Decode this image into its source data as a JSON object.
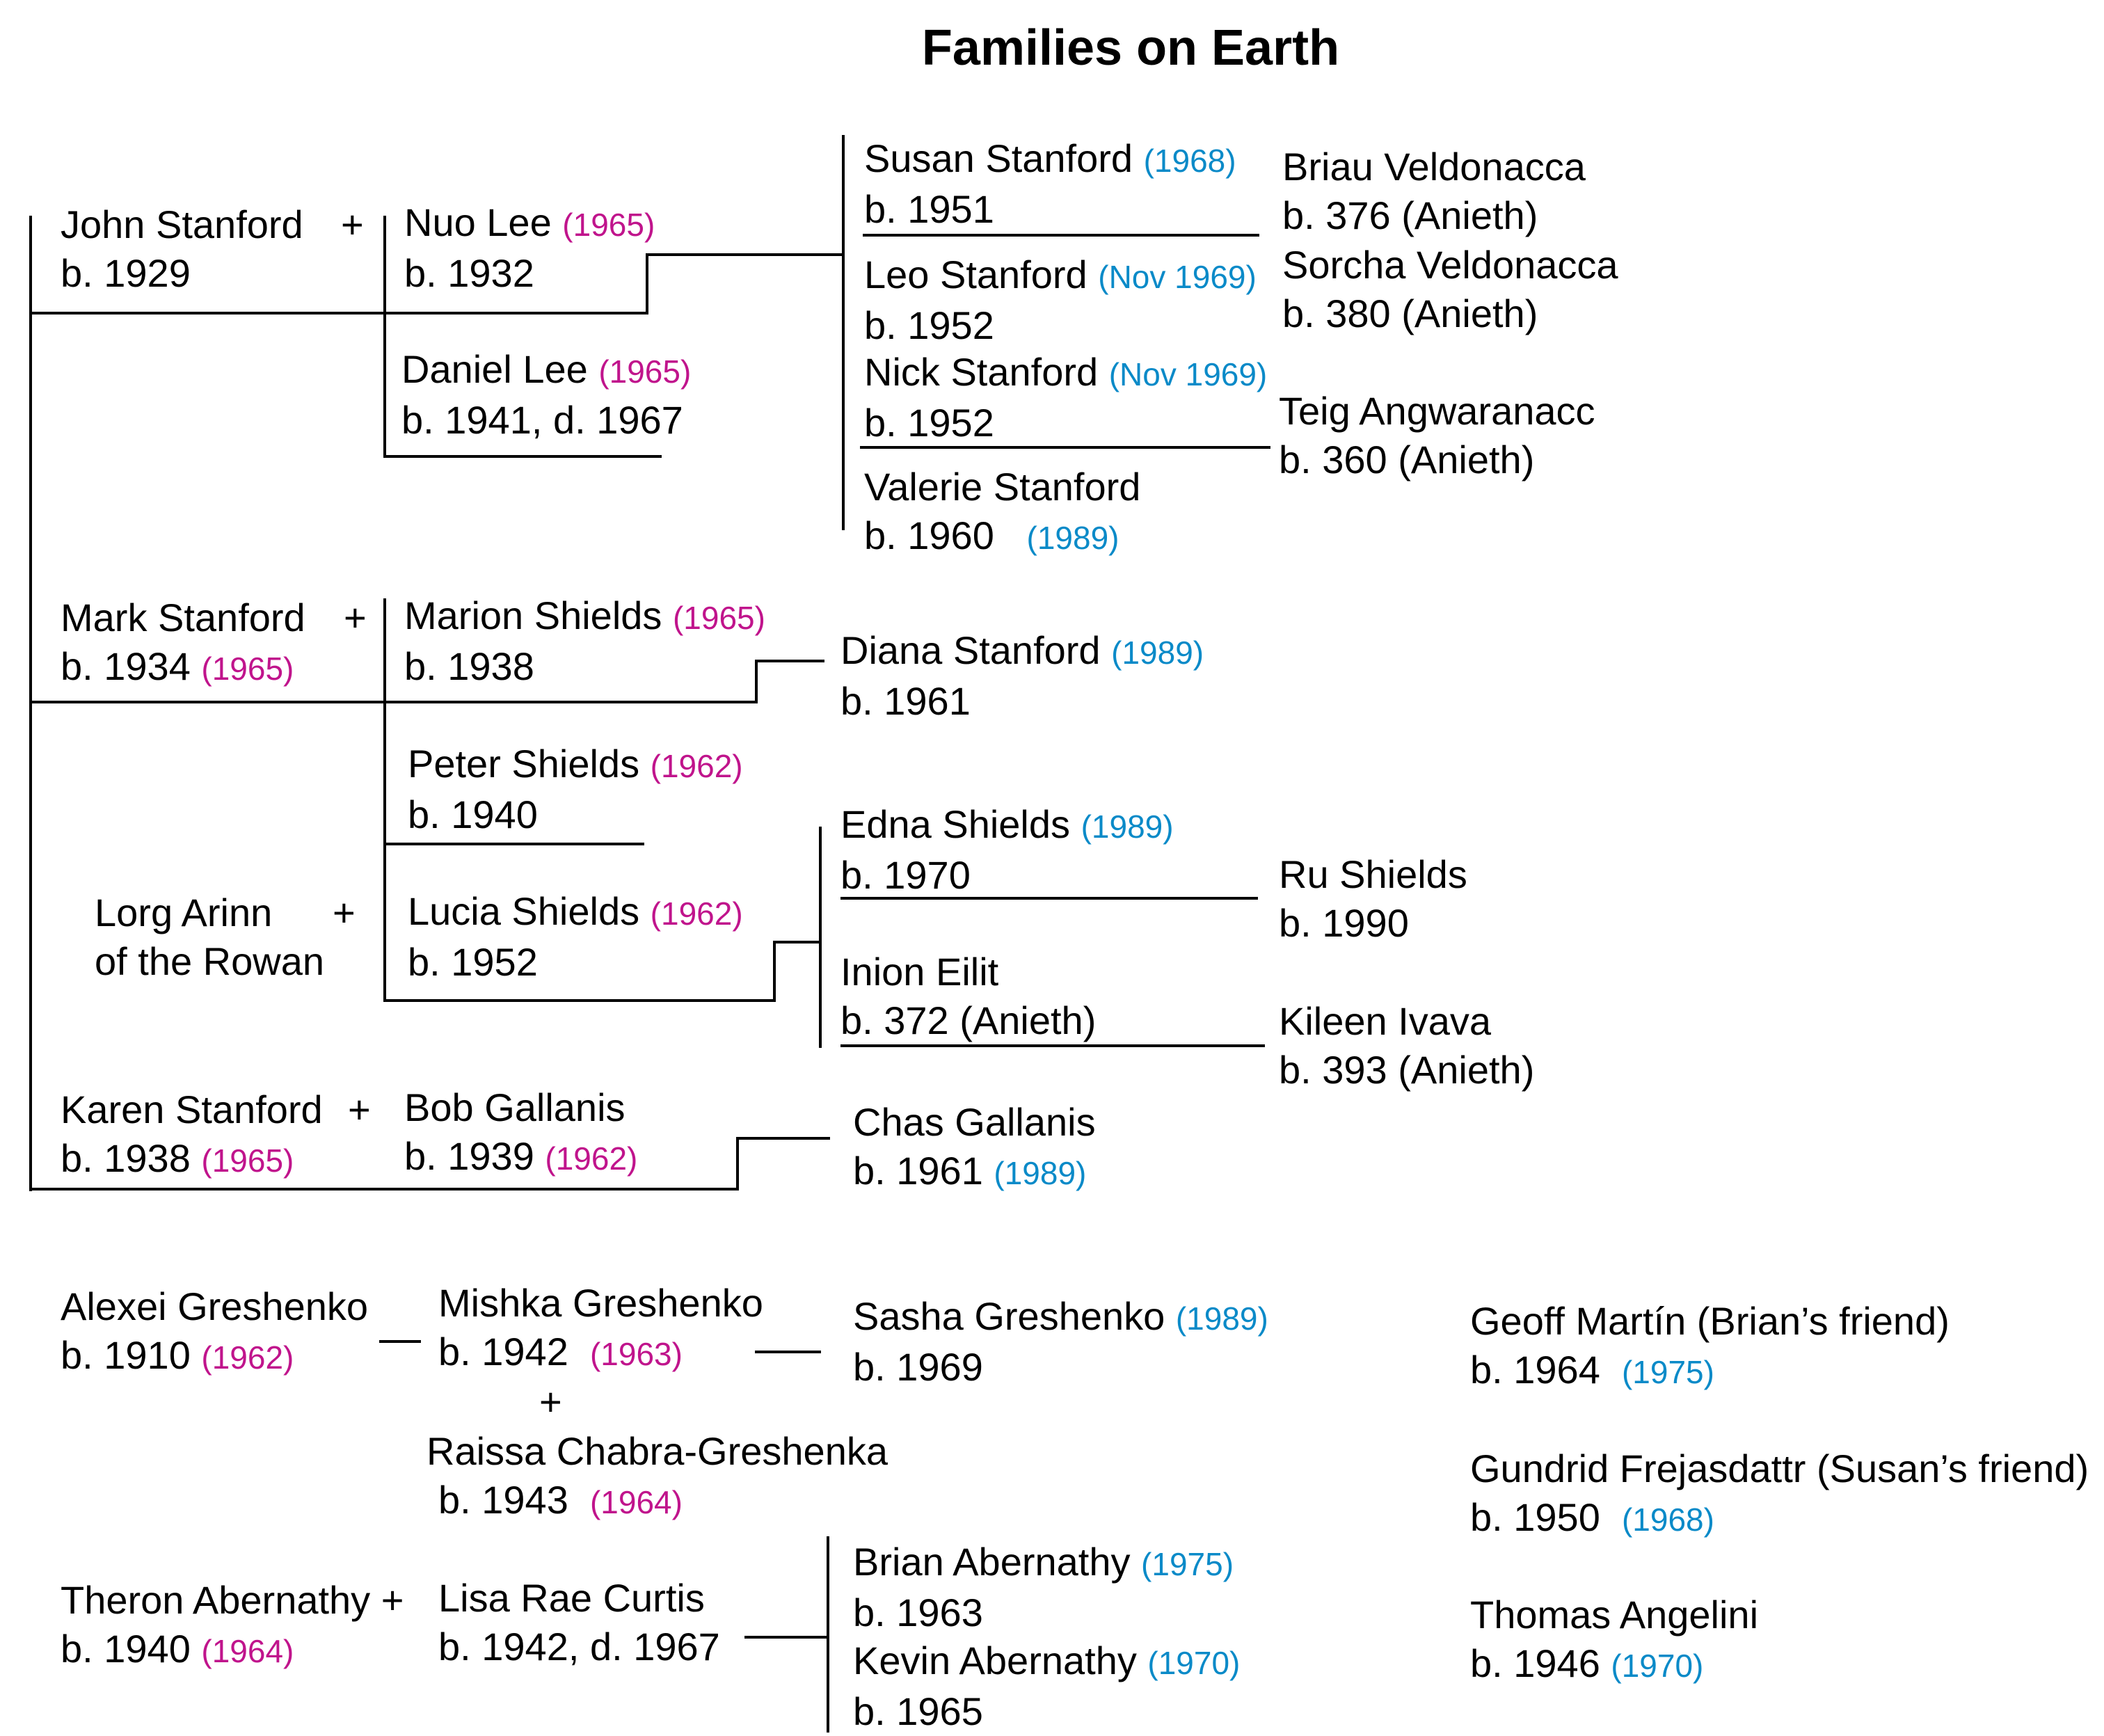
{
  "title": "Families on Earth",
  "colors": {
    "marriage_year": "#c0148c",
    "event_year": "#0a8ac8",
    "line": "#000000"
  },
  "legend_note": "",
  "people": {
    "john": {
      "name": "John Stanford",
      "born": "b. 1929"
    },
    "nuo": {
      "name": "Nuo Lee",
      "year": "(1965)",
      "born": "b. 1932"
    },
    "daniel": {
      "name": "Daniel Lee",
      "year": "(1965)",
      "born": "b. 1941, d. 1967"
    },
    "susan": {
      "name": "Susan Stanford",
      "year": "(1968)",
      "born": "b. 1951"
    },
    "leo": {
      "name": "Leo Stanford",
      "year": "(Nov 1969)",
      "born": "b. 1952"
    },
    "nick": {
      "name": "Nick Stanford",
      "year": "(Nov 1969)",
      "born": "b. 1952"
    },
    "valerie": {
      "name": "Valerie Stanford",
      "born": "b. 1960",
      "year": "(1989)"
    },
    "briau": {
      "name": "Briau Veldonacca",
      "born": "b. 376 (Anieth)"
    },
    "sorcha": {
      "name": "Sorcha Veldonacca",
      "born": "b. 380 (Anieth)"
    },
    "teig": {
      "name": "Teig Angwaranacc",
      "born": "b. 360 (Anieth)"
    },
    "mark": {
      "name": "Mark Stanford",
      "born": "b. 1934",
      "year": "(1965)"
    },
    "marion": {
      "name": "Marion Shields",
      "year": "(1965)",
      "born": "b. 1938"
    },
    "diana": {
      "name": "Diana Stanford",
      "year": "(1989)",
      "born": "b. 1961"
    },
    "peter": {
      "name": "Peter Shields",
      "year": "(1962)",
      "born": "b. 1940"
    },
    "lorg": {
      "name": "Lorg Arinn",
      "name2": "of the Rowan"
    },
    "lucia": {
      "name": "Lucia Shields",
      "year": "(1962)",
      "born": "b. 1952"
    },
    "edna": {
      "name": "Edna Shields",
      "year": "(1989)",
      "born": "b. 1970"
    },
    "inion": {
      "name": "Inion Eilit",
      "born": "b. 372 (Anieth)"
    },
    "ru": {
      "name": "Ru Shields",
      "born": "b. 1990"
    },
    "kileen": {
      "name": "Kileen Ivava",
      "born": "b. 393 (Anieth)"
    },
    "karen": {
      "name": "Karen Stanford",
      "born": "b. 1938",
      "year": "(1965)"
    },
    "bob": {
      "name": "Bob Gallanis",
      "born": "b. 1939",
      "year": "(1962)"
    },
    "chas": {
      "name": "Chas Gallanis",
      "born": "b. 1961",
      "year": "(1989)"
    },
    "alexei": {
      "name": "Alexei Greshenko",
      "born": "b. 1910",
      "year": "(1962)"
    },
    "mishka": {
      "name": "Mishka Greshenko",
      "born": "b. 1942",
      "year": "(1963)"
    },
    "raissa": {
      "name": "Raissa Chabra-Greshenka",
      "born": "b. 1943",
      "year": "(1964)"
    },
    "sasha": {
      "name": "Sasha Greshenko",
      "year": "(1989)",
      "born": "b. 1969"
    },
    "theron": {
      "name": "Theron Abernathy",
      "born": "b. 1940",
      "year": "(1964)"
    },
    "lisa": {
      "name": "Lisa Rae Curtis",
      "born": "b. 1942, d. 1967"
    },
    "brian": {
      "name": "Brian Abernathy",
      "year": "(1975)",
      "born": "b. 1963"
    },
    "kevin": {
      "name": "Kevin Abernathy",
      "year": "(1970)",
      "born": "b. 1965"
    },
    "geoff": {
      "name": "Geoff Martín (Brian’s friend)",
      "born": "b. 1964",
      "year": "(1975)"
    },
    "gundrid": {
      "name": "Gundrid Frejasdattr (Susan’s friend)",
      "born": "b. 1950",
      "year": "(1968)"
    },
    "thomas": {
      "name": "Thomas Angelini",
      "born": "b. 1946",
      "year": "(1970)"
    }
  },
  "symbols": {
    "plus": "+",
    "dash": "—"
  }
}
